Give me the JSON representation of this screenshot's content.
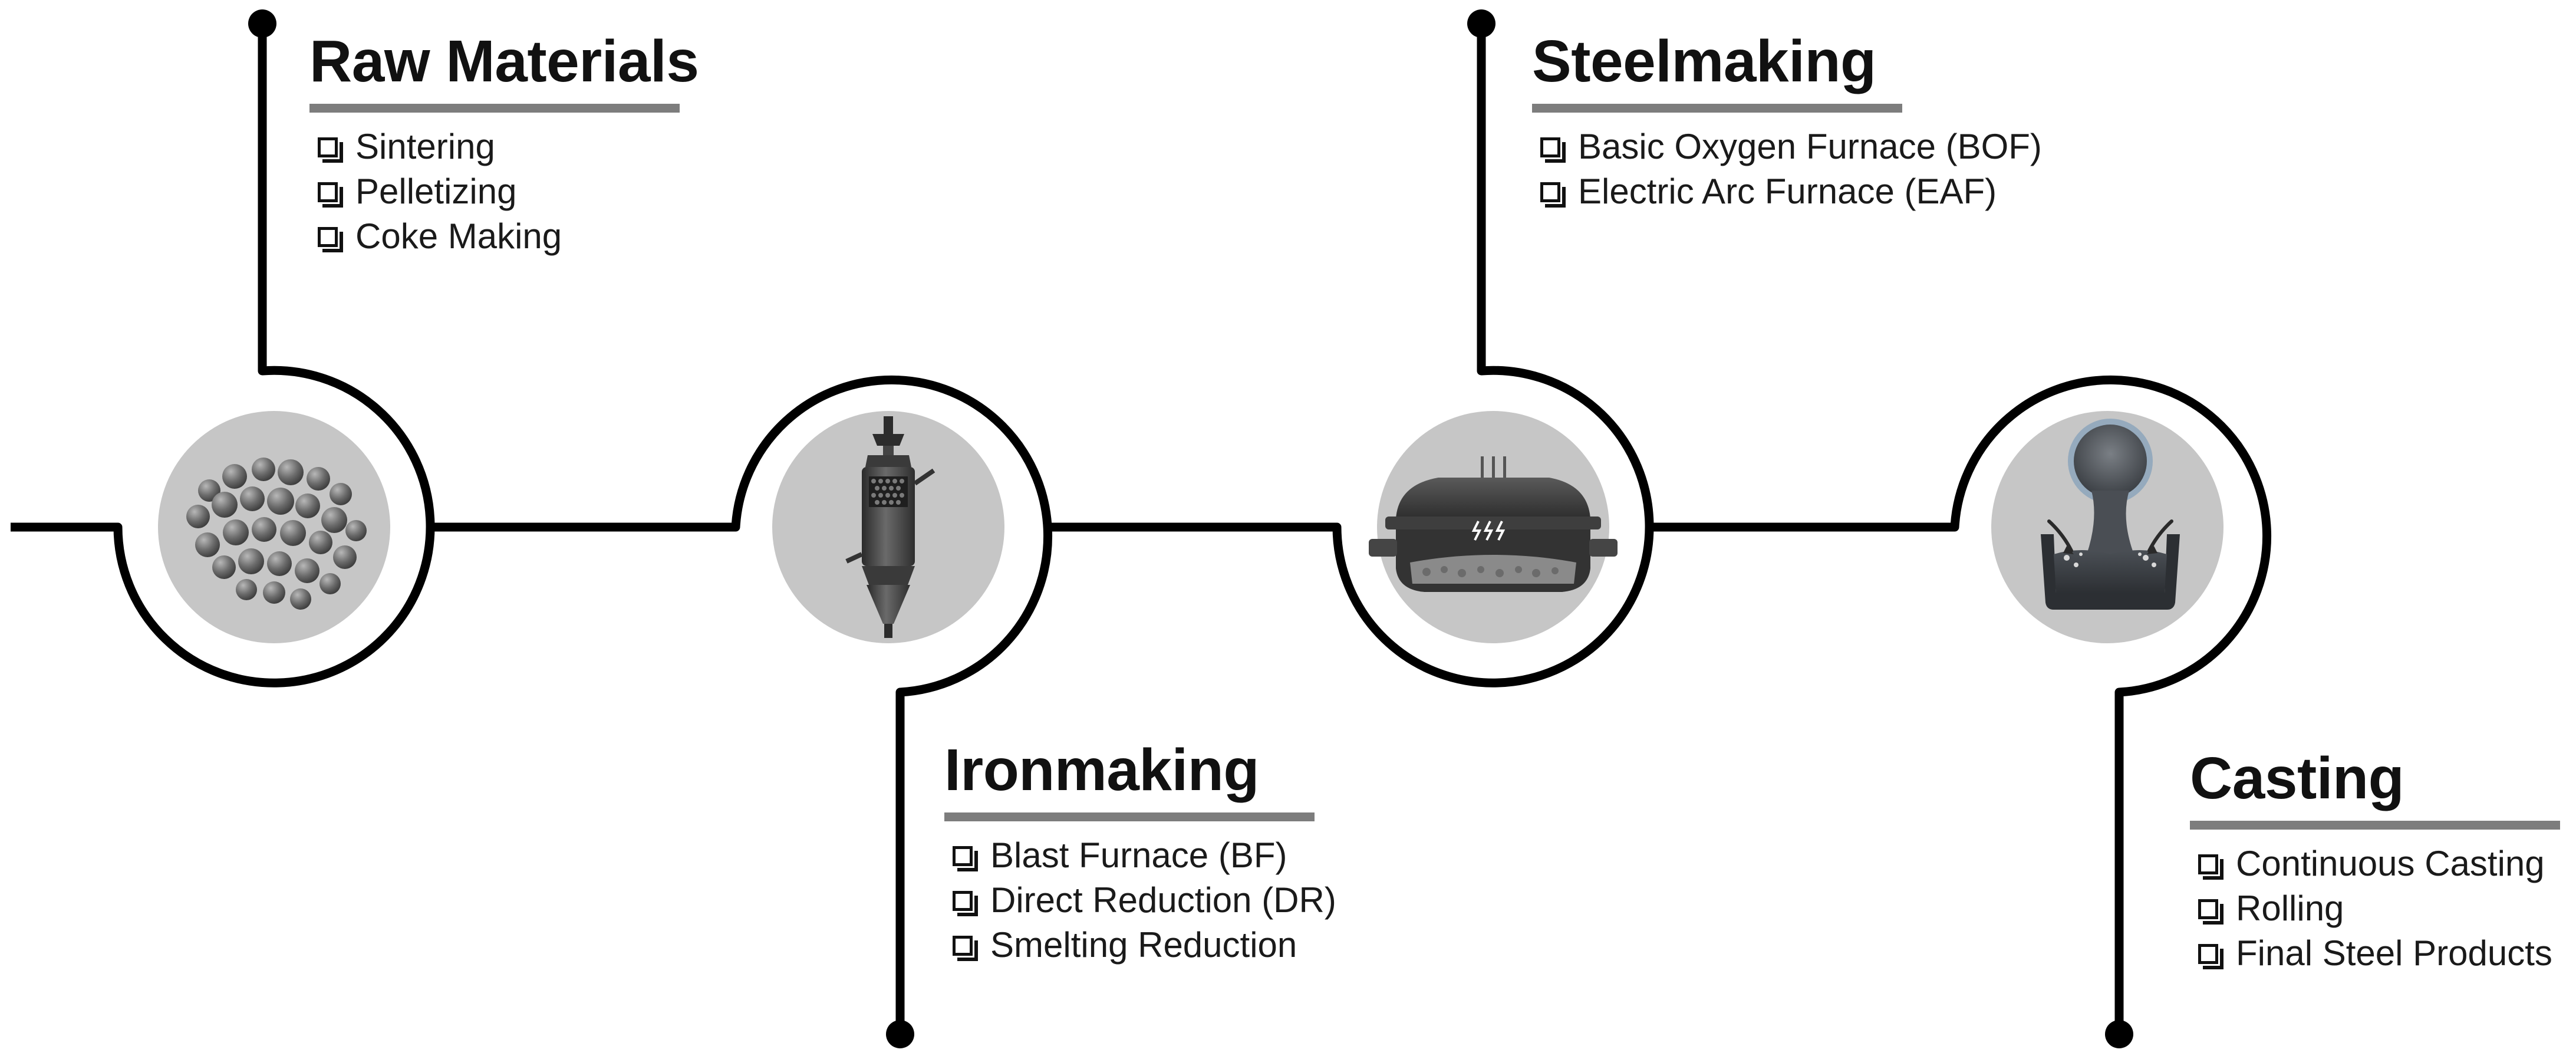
{
  "stages": [
    {
      "id": "raw-materials",
      "title": "Raw Materials",
      "icon": "pellets-icon",
      "items": [
        "Sintering",
        "Pelletizing",
        "Coke Making"
      ]
    },
    {
      "id": "ironmaking",
      "title": "Ironmaking",
      "icon": "shaft-furnace-icon",
      "items": [
        "Blast Furnace (BF)",
        "Direct Reduction (DR)",
        "Smelting Reduction"
      ]
    },
    {
      "id": "steelmaking",
      "title": "Steelmaking",
      "icon": "electric-arc-furnace-icon",
      "items": [
        "Basic Oxygen Furnace (BOF)",
        "Electric Arc Furnace (EAF)"
      ]
    },
    {
      "id": "casting",
      "title": "Casting",
      "icon": "ladle-pour-icon",
      "items": [
        "Continuous Casting",
        "Rolling",
        "Final Steel Products"
      ]
    }
  ],
  "colors": {
    "line": "#000000",
    "underline": "#7d7d7d",
    "icon_disc": "#c6c6c6",
    "text": "#111111"
  }
}
